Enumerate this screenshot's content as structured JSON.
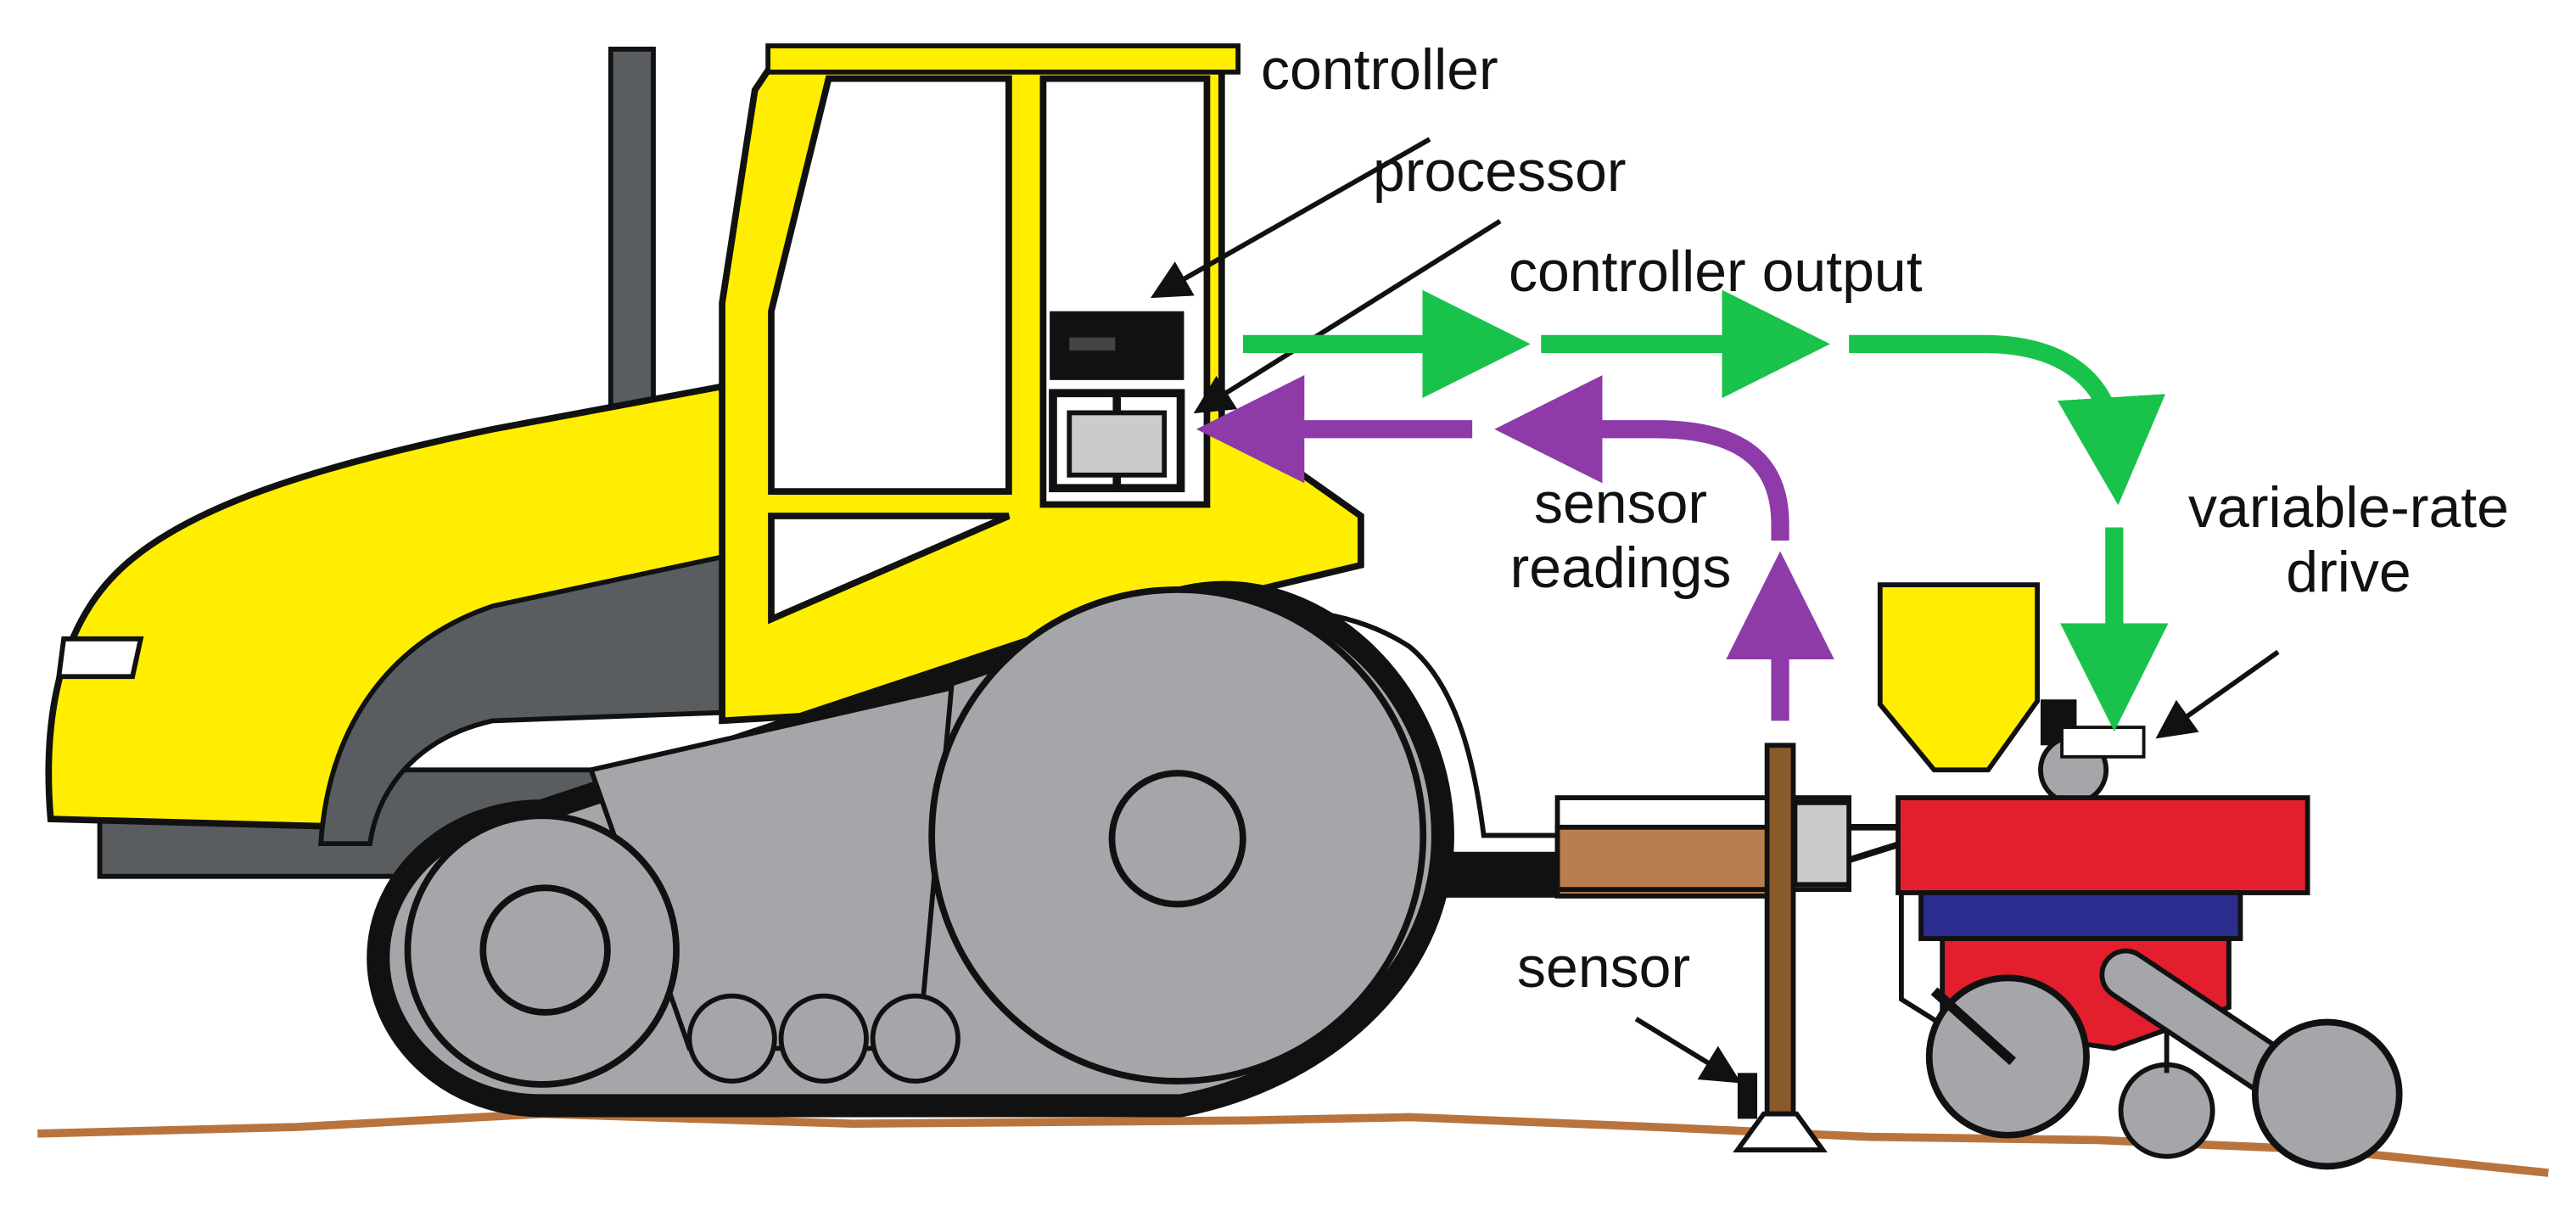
{
  "diagram": {
    "labels": {
      "controller": "controller",
      "processor": "processor",
      "controller_output": "controller output",
      "sensor_readings_line1": "sensor",
      "sensor_readings_line2": "readings",
      "variable_rate_drive_line1": "variable-rate",
      "variable_rate_drive_line2": "drive",
      "sensor": "sensor"
    },
    "colors": {
      "tractor_body": "#FFEE00",
      "outline": "#111111",
      "dark_gray": "#5A5D60",
      "wheel_gray": "#A4A6A9",
      "ground": "#B9743E",
      "hitch_brown": "#B97E4E",
      "sensor_post": "#8B5A2B",
      "implement_red": "#E31E2D",
      "implement_blue": "#2B2E8F",
      "output_arrow_green": "#19C24A",
      "sensor_arrow_purple": "#8E3AA8"
    },
    "icons": [
      "tractor-icon",
      "planter-icon",
      "sensor-icon",
      "controller-icon",
      "processor-icon"
    ]
  }
}
